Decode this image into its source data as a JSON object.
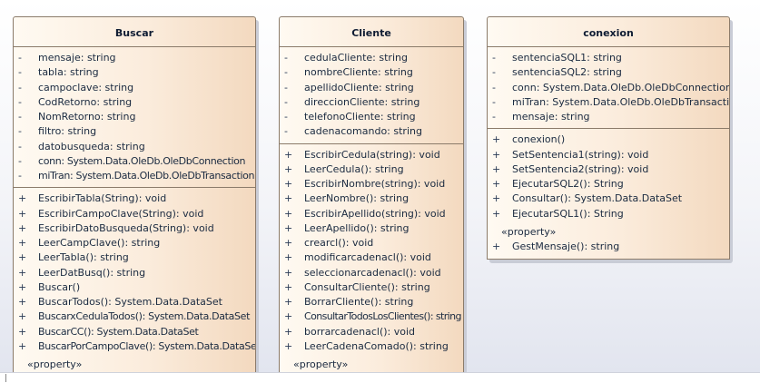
{
  "classes": {
    "buscar": {
      "name": "Buscar",
      "attributes": [
        {
          "vis": "-",
          "text": "mensaje: string"
        },
        {
          "vis": "-",
          "text": "tabla: string"
        },
        {
          "vis": "-",
          "text": "campoclave: string"
        },
        {
          "vis": "-",
          "text": "CodRetorno: string"
        },
        {
          "vis": "-",
          "text": "NomRetorno: string"
        },
        {
          "vis": "-",
          "text": "filtro: string"
        },
        {
          "vis": "-",
          "text": "datobusqueda: string"
        },
        {
          "vis": "-",
          "text": "conn: System.Data.OleDb.OleDbConnection"
        },
        {
          "vis": "-",
          "text": "miTran: System.Data.OleDb.OleDbTransaction"
        }
      ],
      "operations": [
        {
          "vis": "+",
          "text": "EscribirTabla(String): void"
        },
        {
          "vis": "+",
          "text": "EscribirCampoClave(String): void"
        },
        {
          "vis": "+",
          "text": "EscribirDatoBusqueda(String): void"
        },
        {
          "vis": "+",
          "text": "LeerCampClave(): string"
        },
        {
          "vis": "+",
          "text": "LeerTabla(): string"
        },
        {
          "vis": "+",
          "text": "LeerDatBusq(): string"
        },
        {
          "vis": "+",
          "text": "Buscar()"
        },
        {
          "vis": "+",
          "text": "BuscarTodos(): System.Data.DataSet"
        },
        {
          "vis": "+",
          "text": "BuscarxCedulaTodos(): System.Data.DataSet"
        },
        {
          "vis": "+",
          "text": "BuscarCC(): System.Data.DataSet"
        },
        {
          "vis": "+",
          "text": "BuscarPorCampoClave(): System.Data.DataSet"
        }
      ],
      "stereotype": "«property»"
    },
    "cliente": {
      "name": "Cliente",
      "attributes": [
        {
          "vis": "-",
          "text": "cedulaCliente: string"
        },
        {
          "vis": "-",
          "text": "nombreCliente: string"
        },
        {
          "vis": "-",
          "text": "apellidoCliente: string"
        },
        {
          "vis": "-",
          "text": "direccionCliente: string"
        },
        {
          "vis": "-",
          "text": "telefonoCliente: string"
        },
        {
          "vis": "-",
          "text": "cadenacomando: string"
        }
      ],
      "operations": [
        {
          "vis": "+",
          "text": "EscribirCedula(string): void"
        },
        {
          "vis": "+",
          "text": "LeerCedula(): string"
        },
        {
          "vis": "+",
          "text": "EscribirNombre(string): void"
        },
        {
          "vis": "+",
          "text": "LeerNombre(): string"
        },
        {
          "vis": "+",
          "text": "EscribirApellido(string): void"
        },
        {
          "vis": "+",
          "text": "LeerApellido(): string"
        },
        {
          "vis": "+",
          "text": "crearcl(): void"
        },
        {
          "vis": "+",
          "text": "modificarcadenacl(): void"
        },
        {
          "vis": "+",
          "text": "seleccionarcadenacl(): void"
        },
        {
          "vis": "+",
          "text": "ConsultarCliente(): string"
        },
        {
          "vis": "+",
          "text": "BorrarCliente(): string"
        },
        {
          "vis": "+",
          "text": "ConsultarTodosLosClientes(): string"
        },
        {
          "vis": "+",
          "text": "borrarcadenacl(): void"
        },
        {
          "vis": "+",
          "text": "LeerCadenaComado(): string"
        }
      ],
      "stereotype": "«property»"
    },
    "conexion": {
      "name": "conexion",
      "attributes": [
        {
          "vis": "-",
          "text": "sentenciaSQL1: string"
        },
        {
          "vis": "-",
          "text": "sentenciaSQL2: string"
        },
        {
          "vis": "-",
          "text": "conn: System.Data.OleDb.OleDbConnection"
        },
        {
          "vis": "-",
          "text": "miTran: System.Data.OleDb.OleDbTransaction"
        },
        {
          "vis": "-",
          "text": "mensaje: string"
        }
      ],
      "operations": [
        {
          "vis": "+",
          "text": "conexion()"
        },
        {
          "vis": "+",
          "text": "SetSentencia1(string): void"
        },
        {
          "vis": "+",
          "text": "SetSentencia2(string): void"
        },
        {
          "vis": "+",
          "text": "EjecutarSQL2(): String"
        },
        {
          "vis": "+",
          "text": "Consultar(): System.Data.DataSet"
        },
        {
          "vis": "+",
          "text": "EjecutarSQL1(): String"
        }
      ],
      "stereotype": "«property»",
      "property_operations": [
        {
          "vis": "+",
          "text": "GestMensaje(): string"
        }
      ]
    }
  },
  "colors": {
    "class_fill_light": "#fffaf2",
    "class_fill_dark": "#f3d9bf",
    "class_border": "#8b7b6a",
    "canvas_bottom": "#e2e5ef",
    "text": "#1a2a40"
  }
}
